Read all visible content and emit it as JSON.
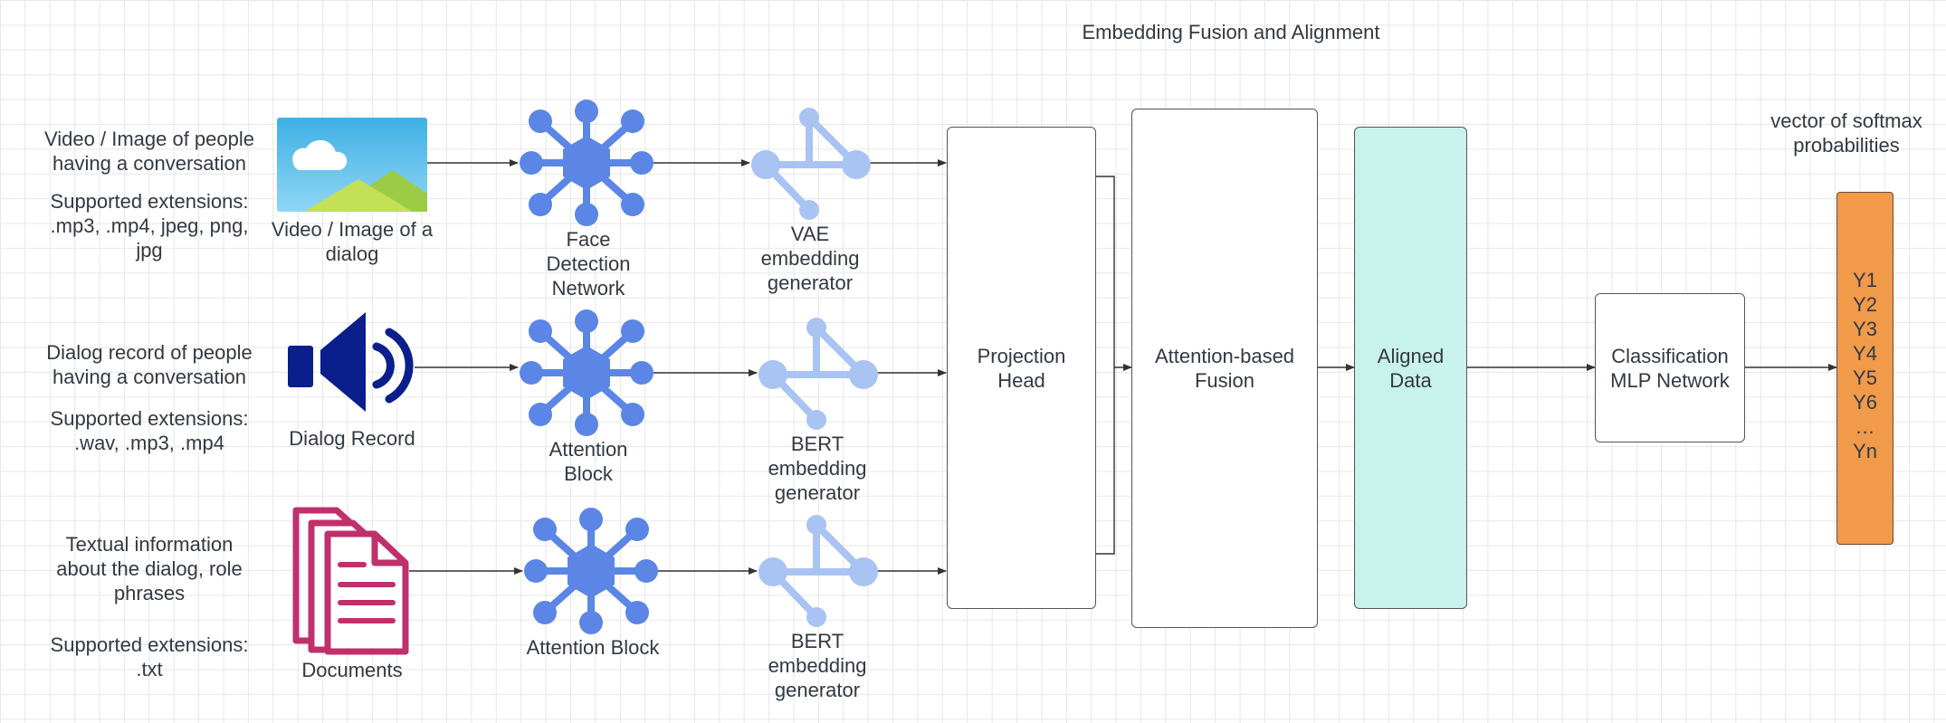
{
  "title": "Embedding Fusion and Alignment",
  "inputs": [
    {
      "description": "Video / Image of people\nhaving a conversation",
      "extensions": "Supported extensions:\n.mp3, .mp4, jpeg, png,\njpg",
      "icon_label": "Video / Image of a\ndialog",
      "icon": "image-icon"
    },
    {
      "description": "Dialog record of people\nhaving a conversation",
      "extensions": "Supported extensions:\n.wav, .mp3, .mp4",
      "icon_label": "Dialog Record",
      "icon": "speaker-icon"
    },
    {
      "description": "Textual information\nabout the dialog, role\nphrases",
      "extensions": "Supported extensions:\n.txt",
      "icon_label": "Documents",
      "icon": "documents-icon"
    }
  ],
  "encoders": [
    "Face\nDetection\nNetwork",
    "Attention\nBlock",
    "Attention Block"
  ],
  "embedders": [
    "VAE\nembedding\ngenerator",
    "BERT\nembedding\ngenerator",
    "BERT\nembedding\ngenerator"
  ],
  "projection_head": "Projection\nHead",
  "fusion": "Attention-based\nFusion",
  "aligned": "Aligned\nData",
  "classifier": "Classification\nMLP Network",
  "output_label": "vector of softmax\nprobabilities",
  "outputs": [
    "Y1",
    "Y2",
    "Y3",
    "Y4",
    "Y5",
    "Y6",
    "…",
    "Yn"
  ],
  "colors": {
    "network_icon": "#5b86e5",
    "embedding_icon": "#a9c3f2",
    "speaker_icon": "#0b1f8c",
    "document_icon": "#c0306c",
    "aligned_fill": "#c8f2ec",
    "output_fill": "#f09a4a",
    "wire": "#333333"
  }
}
